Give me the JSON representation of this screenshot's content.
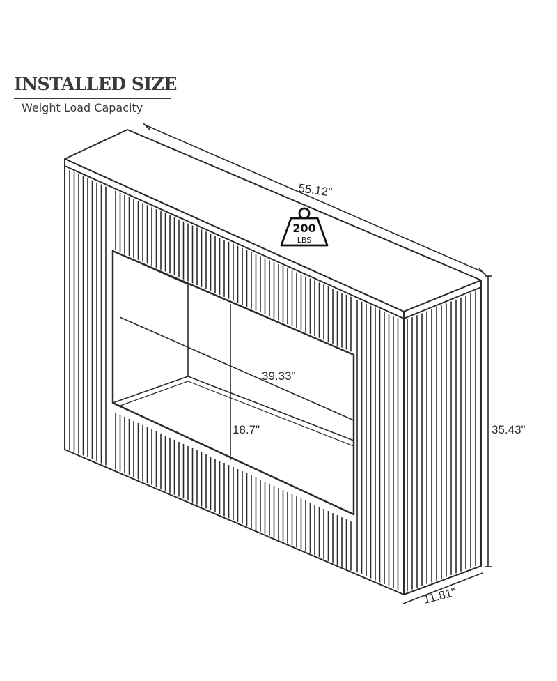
{
  "header": {
    "title": "INSTALLED SIZE",
    "subtitle": "Weight Load Capacity"
  },
  "dimensions": {
    "width": "55.12\"",
    "height": "35.43\"",
    "depth": "11.81\"",
    "opening_width": "39.33\"",
    "opening_height": "18.7\""
  },
  "weight_badge": {
    "value": "200",
    "unit": "LBS",
    "icon": "weight-icon"
  },
  "colors": {
    "line": "#2b2b2b",
    "text": "#3a3a3a"
  }
}
